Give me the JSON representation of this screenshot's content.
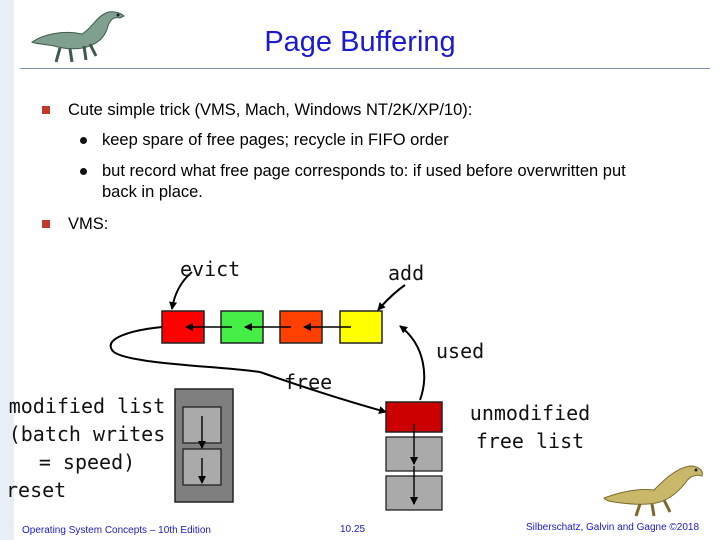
{
  "title": "Page Buffering",
  "bullets": {
    "b1": "Cute simple trick (VMS, Mach, Windows NT/2K/XP/10):",
    "b1_sub1": "keep spare of free pages; recycle in FIFO order",
    "b1_sub2_line1": "but record what free page corresponds to: if used before overwritten put",
    "b1_sub2_line2": "back in place.",
    "b2": "VMS:"
  },
  "diagram": {
    "evict": "evict",
    "add": "add",
    "used": "used",
    "free": "free",
    "modified_line1": "modified list",
    "modified_line2": "(batch writes",
    "modified_line3": "= speed)",
    "modified_line4": "reset",
    "unmodified_line1": "unmodified",
    "unmodified_line2": "free list",
    "colors": {
      "red": "#ff0000",
      "green": "#44ee44",
      "orange": "#ff4000",
      "yellow": "#ffff00",
      "gray_box": "#7f7f7f",
      "dark_red": "#cc0000",
      "light_gray": "#aaaaaa"
    }
  },
  "footer": {
    "left": "Operating System Concepts – 10th Edition",
    "center": "10.25",
    "right": "Silberschatz, Galvin and Gagne ©2018"
  },
  "icons": [
    "dinosaur-logo-icon",
    "dinosaur-mascot-icon"
  ]
}
